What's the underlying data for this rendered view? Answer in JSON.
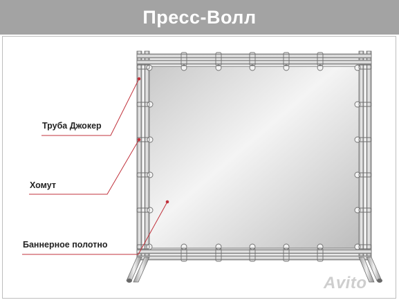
{
  "header": {
    "title": "Пресс-Волл"
  },
  "labels": {
    "pipe": "Труба Джокер",
    "clamp": "Хомут",
    "banner": "Баннерное полотно"
  },
  "watermark": {
    "text": "Avito"
  },
  "colors": {
    "header_bg": "#a3a3a3",
    "pipe": "#d9d9d9",
    "pipe_outline": "#6e6e6e",
    "leader": "#c0313b",
    "banner": "#d8d8d8"
  }
}
